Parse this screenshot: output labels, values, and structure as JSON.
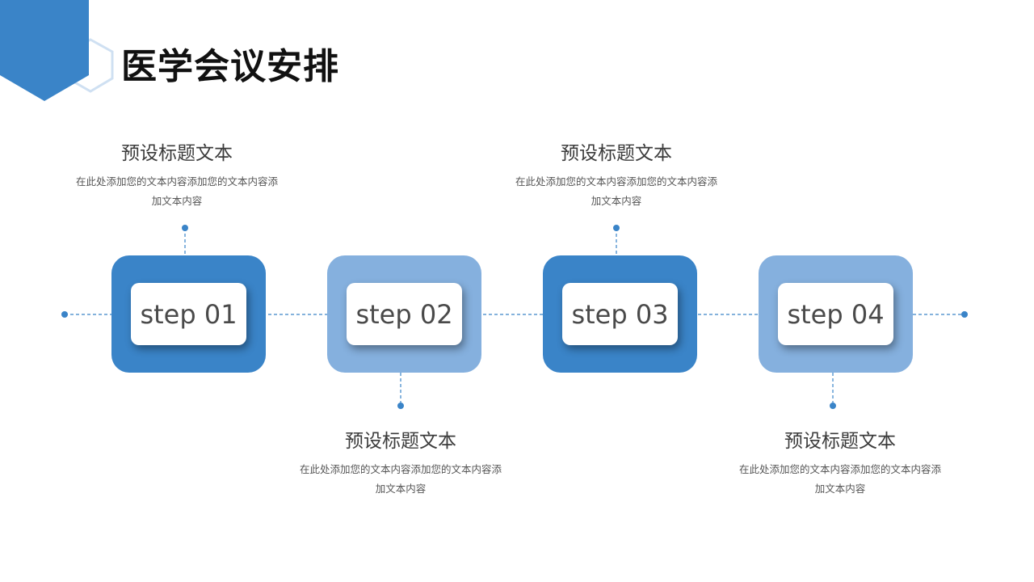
{
  "page": {
    "title": "医学会议安排"
  },
  "theme": {
    "dark_blue": "#3a84c8",
    "light_blue": "#85b0de",
    "outline_blue": "#cfe0f2"
  },
  "steps": [
    {
      "label": "step 01",
      "tone": "dark",
      "title": "预设标题文本",
      "body": "在此处添加您的文本内容添加您的文本内容添加文本内容",
      "text_position": "top"
    },
    {
      "label": "step 02",
      "tone": "light",
      "title": "预设标题文本",
      "body": "在此处添加您的文本内容添加您的文本内容添加文本内容",
      "text_position": "bottom"
    },
    {
      "label": "step 03",
      "tone": "dark",
      "title": "预设标题文本",
      "body": "在此处添加您的文本内容添加您的文本内容添加文本内容",
      "text_position": "top"
    },
    {
      "label": "step 04",
      "tone": "light",
      "title": "预设标题文本",
      "body": "在此处添加您的文本内容添加您的文本内容添加文本内容",
      "text_position": "bottom"
    }
  ]
}
